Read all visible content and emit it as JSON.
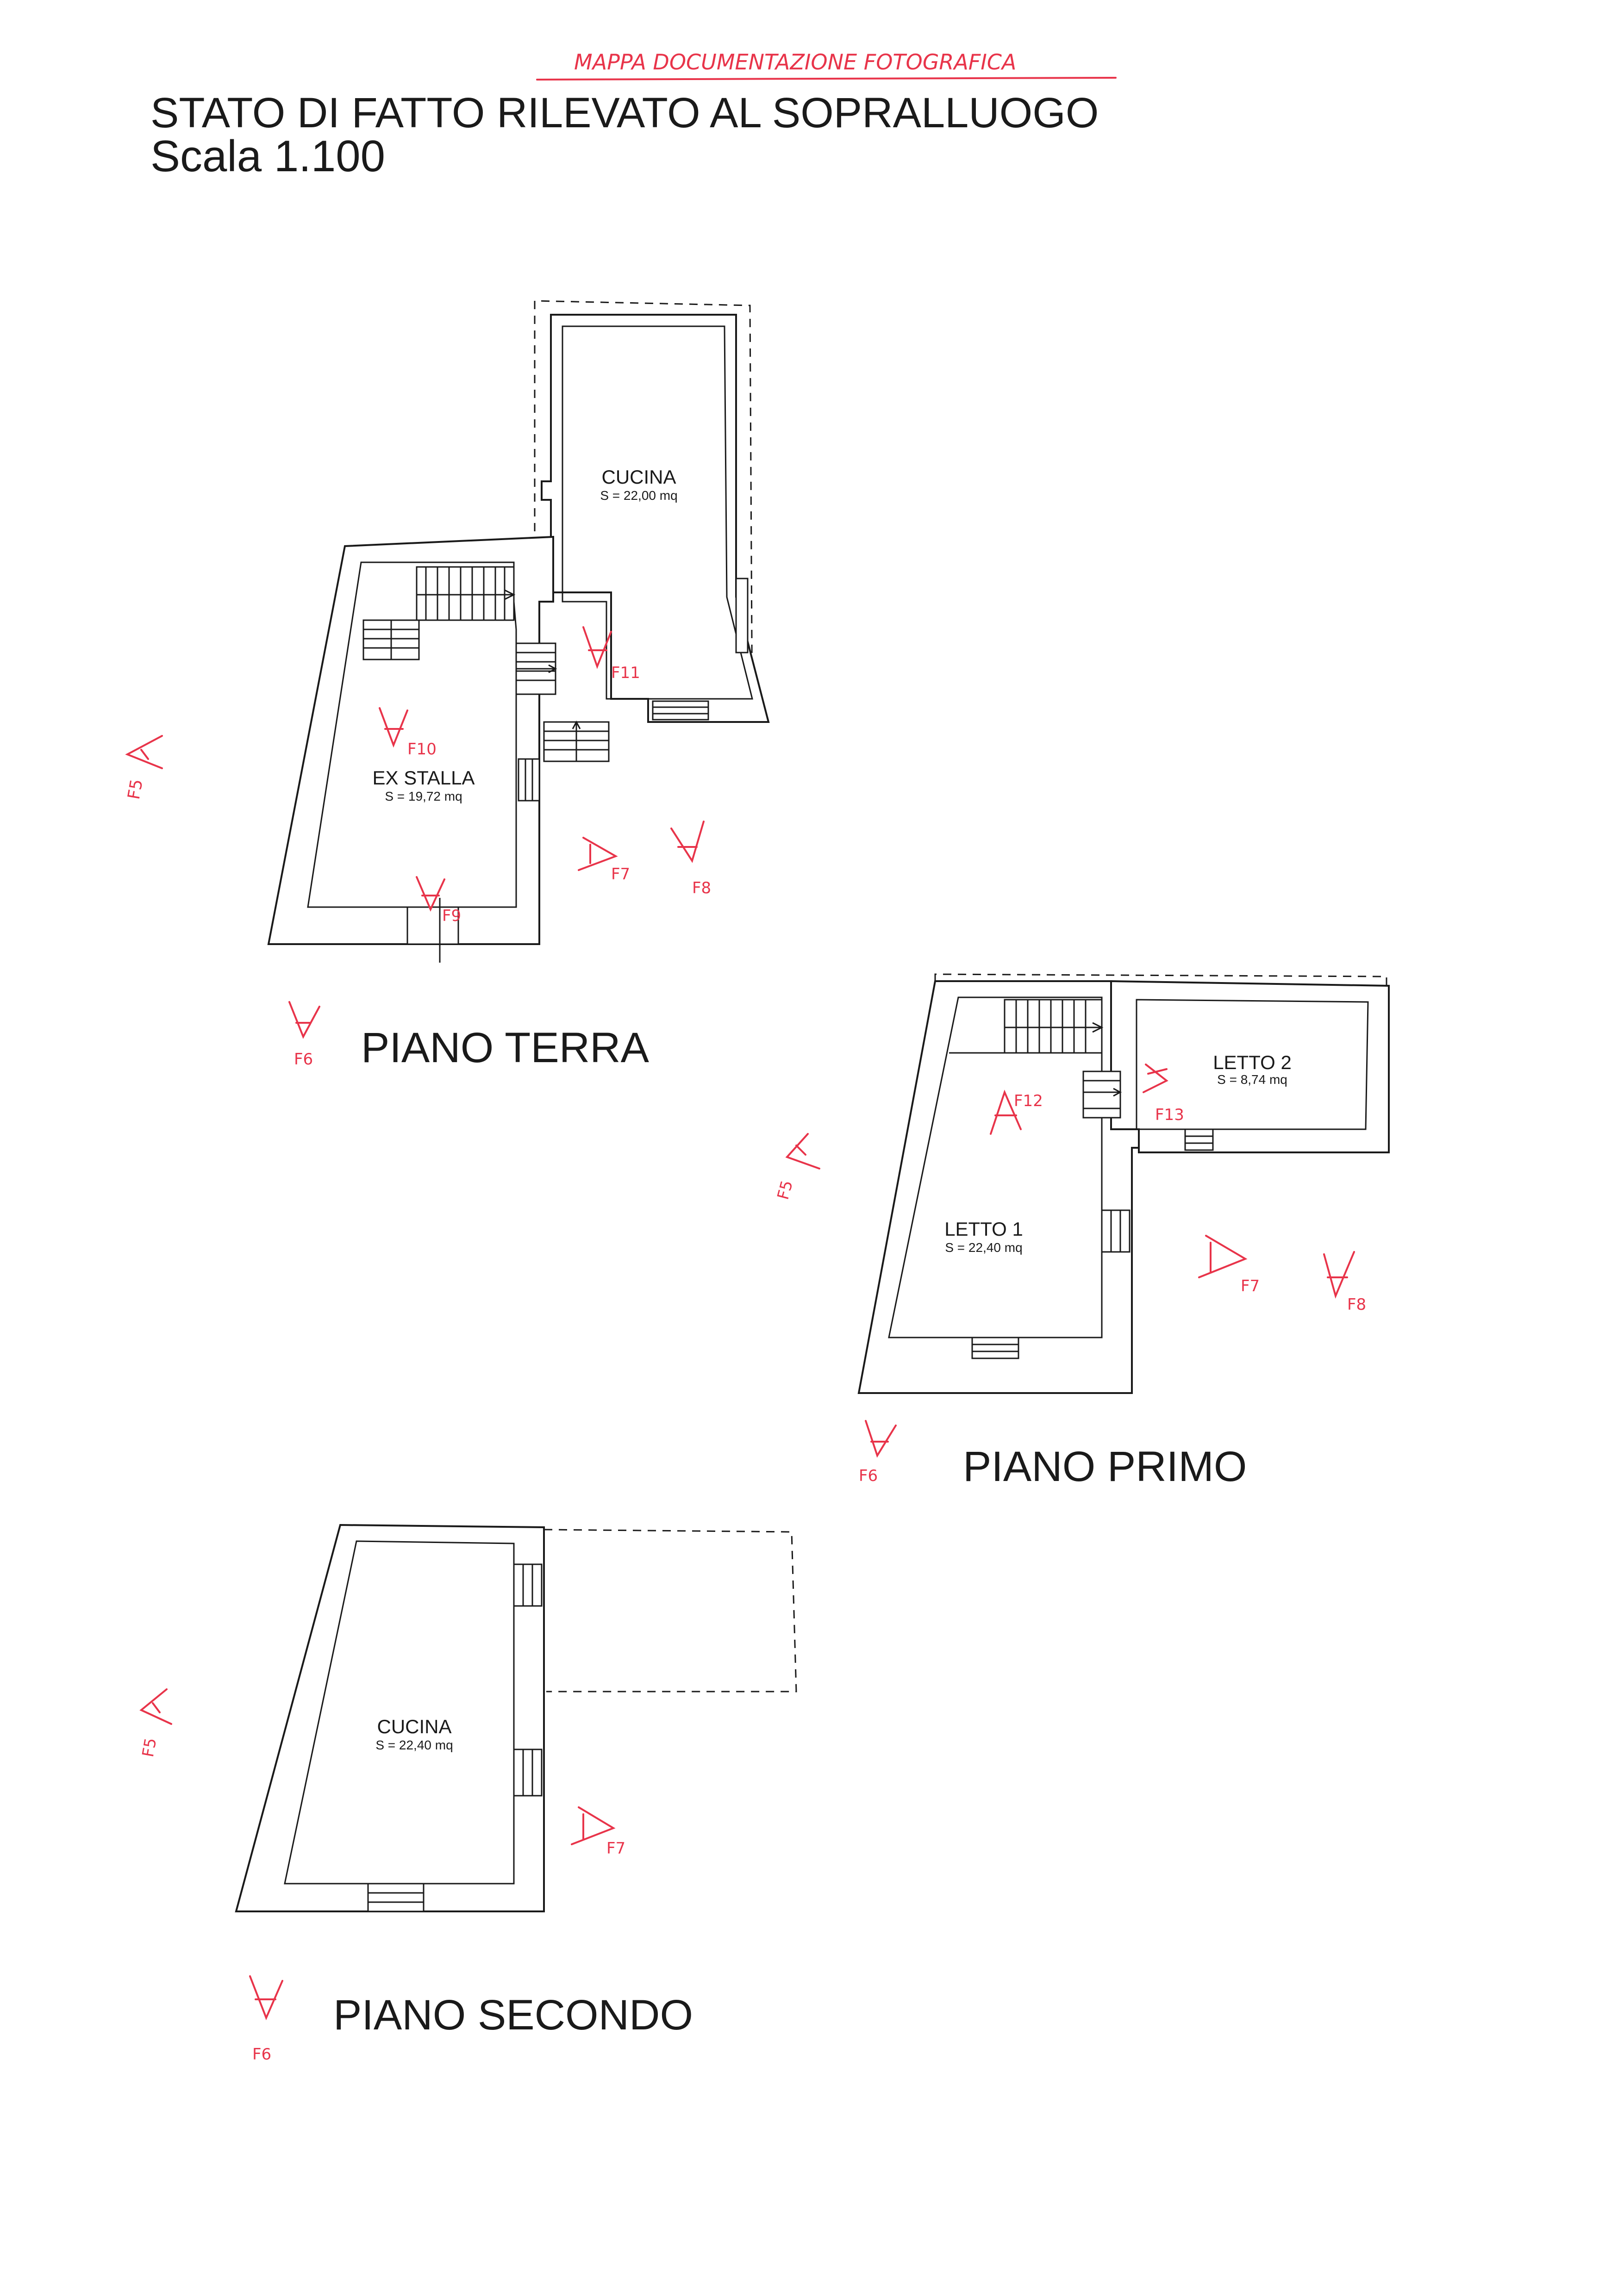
{
  "header": {
    "annotation": "MAPPA DOCUMENTAZIONE FOTOGRAFICA",
    "title": "STATO DI FATTO RILEVATO AL SOPRALLUOGO",
    "scale": "Scala 1.100"
  },
  "floors": {
    "ground": {
      "label": "PIANO TERRA",
      "rooms": [
        {
          "name": "CUCINA",
          "area": "S = 22,00 mq"
        },
        {
          "name": "EX STALLA",
          "area": "S = 19,72 mq"
        }
      ]
    },
    "first": {
      "label": "PIANO PRIMO",
      "rooms": [
        {
          "name": "LETTO 1",
          "area": "S = 22,40 mq"
        },
        {
          "name": "LETTO 2",
          "area": "S = 8,74 mq"
        }
      ]
    },
    "second": {
      "label": "PIANO SECONDO",
      "rooms": [
        {
          "name": "CUCINA",
          "area": "S = 22,40 mq"
        }
      ]
    }
  },
  "photo_markers": {
    "ground": [
      "F5",
      "F6",
      "F7",
      "F8",
      "F9",
      "F10",
      "F11"
    ],
    "first": [
      "F5",
      "F6",
      "F7",
      "F8",
      "F12",
      "F13"
    ],
    "second": [
      "F5",
      "F6",
      "F7"
    ]
  },
  "colors": {
    "ink": "#1a1a1a",
    "annotation_red": "#e8344a",
    "paper": "#ffffff"
  }
}
